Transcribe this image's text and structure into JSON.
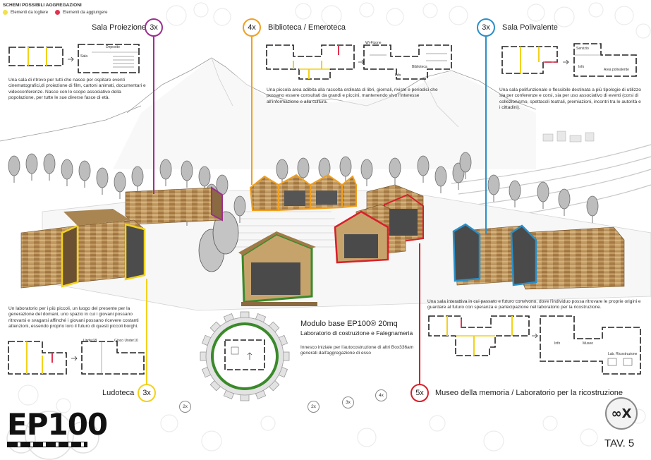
{
  "legend": {
    "title": "SCHEMI POSSIBILI AGGREGAZIONI",
    "remove": "Elementi da togliere",
    "add": "Elementi da aggiungere",
    "remove_color": "#f2e14a",
    "add_color": "#e2334f"
  },
  "colors": {
    "purple": "#9b2f8f",
    "orange": "#f0a020",
    "blue": "#2a8fc8",
    "yellow": "#f2d21a",
    "red": "#d8202a",
    "green": "#3a8a2a"
  },
  "sections": {
    "proiezione": {
      "title": "Sala Proiezione",
      "count": "3x",
      "text": "Una sala di ritrovo per tutti che nasce per ospitare eventi cinematografici,di proiezione di film, cartoni animati, documentari e videoconferenze. Nasce con lo scopo associativo della popolazione, per tutte le sue diverse fasce di età.",
      "plan_labels": [
        "Deposito",
        "Sala"
      ]
    },
    "biblioteca": {
      "title": "Biblioteca / Emeroteca",
      "count": "4x",
      "text": "Una piccola area adibita alla raccolta ordinata di libri, giornali, riviste e periodici che possano essere consultati da grandi e piccini, mantenendo vivo l'interesse all'informazione e alla cultura.",
      "plan_labels": [
        "Wi-Fizone",
        "Biblioteca",
        "Info"
      ]
    },
    "polivalente": {
      "title": "Sala Polivalente",
      "count": "3x",
      "text": "Una sala polifunzionale e flessibile destinata a più tipologie di utilizzo sia per conferenze e corsi, sia per uso associativo di eventi (corsi di collezionismo, spettacoli teatrali, premiazioni, incontri tra le autorità e i cittadini).",
      "plan_labels": [
        "Servizio",
        "Info",
        "Area polivalente"
      ]
    },
    "ludoteca": {
      "title": "Ludoteca",
      "count": "3x",
      "text": "Un laboratorio per i più piccoli, un luogo del presente per la generazione del domani, uno spazio in cui i giovani possano ritrovarsi e svagarsi affinché i giovani possano ricevere costanti attenzioni, essendo proprio loro il futuro di questi piccoli borghi.",
      "plan_labels": [
        "Under18",
        "Gioco Under10"
      ]
    },
    "museo": {
      "title": "Museo della memoria / Laboratorio per la ricostruzione",
      "count": "5x",
      "text": "Una sala interattiva in cui passato e futuro convivono, dove l'individuo possa ritrovare le proprie origini e guardare al futuro con speranza e partecipazione nel laboratorio per la ricostruzione.",
      "plan_labels": [
        "Info",
        "Museo",
        "Lab. Ricostruzione"
      ]
    },
    "modulo": {
      "title": "Modulo base EP100® 20mq",
      "subtitle": "Laboratorio di costruzione e Falegnameria",
      "text": "Innesco iniziale per l'autocostruzione di altri Box336am generati dall'aggregazione di esso"
    }
  },
  "small_badges": [
    "2x",
    "2x",
    "3x",
    "4x"
  ],
  "logo": {
    "text": "EP100"
  },
  "infinity": {
    "text": "∞X"
  },
  "tav": {
    "text": "TAV. 5"
  }
}
